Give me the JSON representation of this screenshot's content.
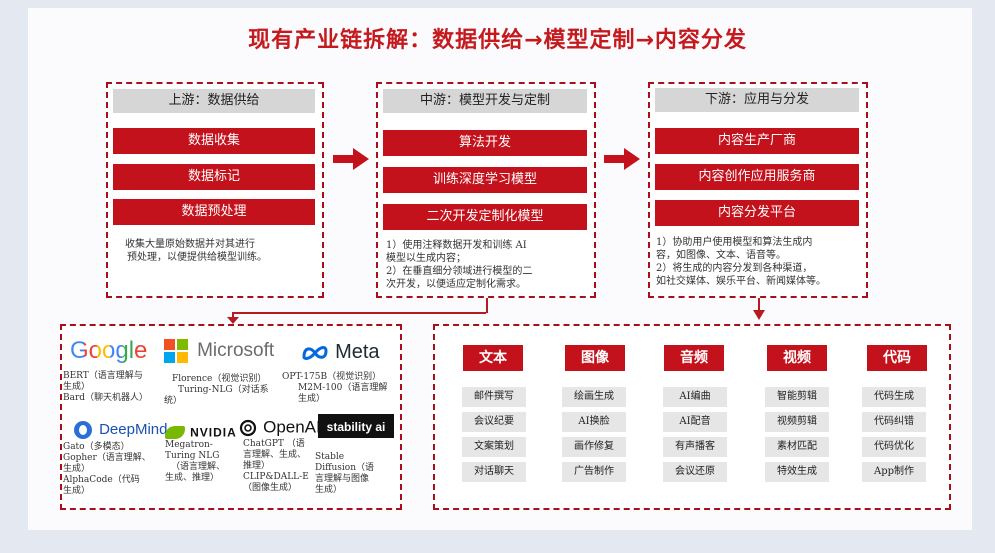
{
  "title": "现有产业链拆解：数据供给→模型定制→内容分发",
  "upstream": {
    "header": "上游：数据供给",
    "items": [
      "数据收集",
      "数据标记",
      "数据预处理"
    ],
    "desc": [
      "收集大量原始数据并对其进行",
      "预处理，以便提供给模型训练。"
    ]
  },
  "midstream": {
    "header": "中游：模型开发与定制",
    "items": [
      "算法开发",
      "训练深度学习模型",
      "二次开发定制化模型"
    ],
    "desc": [
      "1）使用注释数据开发和训练 AI",
      "模型以生成内容；",
      "2）在垂直细分领域进行模型的二",
      "次开发，以便适应定制化需求。"
    ]
  },
  "downstream": {
    "header": "下游：应用与分发",
    "items": [
      "内容生产厂商",
      "内容创作应用服务商",
      "内容分发平台"
    ],
    "desc": [
      "1）协助用户使用模型和算法生成内",
      "容，如图像、文本、语音等。",
      "2）将生成的内容分发到各种渠道，",
      "如社交媒体、娱乐平台、新闻媒体等。"
    ]
  },
  "companies": {
    "google": {
      "logo": "Google",
      "lines": [
        "BERT（语言理解与",
        "生成）",
        "Bard（聊天机器人）"
      ]
    },
    "microsoft": {
      "logo": "Microsoft",
      "lines": [
        "Florence（视觉识别）",
        "Turing-NLG（对话系",
        "统）"
      ]
    },
    "meta": {
      "logo": "Meta",
      "lines": [
        "OPT-175B（视觉识别）",
        "M2M-100（语言理解",
        "生成）"
      ]
    },
    "deepmind": {
      "logo": "DeepMind",
      "lines": [
        "Gato（多模态）",
        "Gopher（语言理解、",
        "生成）",
        "AlphaCode（代码",
        "生成）"
      ]
    },
    "nvidia": {
      "logo": "NVIDIA",
      "lines": [
        "Megatron-",
        "Turing NLG",
        "（语言理解、",
        "生成、推理）"
      ]
    },
    "openai": {
      "logo": "OpenAI",
      "lines": [
        "ChatGPT （语",
        "言理解、生成、",
        "推理）",
        "CLIP&DALL-E",
        "（图像生成）"
      ]
    },
    "stability": {
      "logo": "stability ai",
      "lines": [
        "Stable",
        "Diffusion（语",
        "言理解与图像",
        "生成）"
      ]
    }
  },
  "applications": [
    {
      "category": "文本",
      "items": [
        "邮件撰写",
        "会议纪要",
        "文案策划",
        "对话聊天"
      ]
    },
    {
      "category": "图像",
      "items": [
        "绘画生成",
        "AI换脸",
        "画作修复",
        "广告制作"
      ]
    },
    {
      "category": "音频",
      "items": [
        "AI编曲",
        "AI配音",
        "有声播客",
        "会议还原"
      ]
    },
    {
      "category": "视频",
      "items": [
        "智能剪辑",
        "视频剪辑",
        "素材匹配",
        "特效生成"
      ]
    },
    {
      "category": "代码",
      "items": [
        "代码生成",
        "代码纠错",
        "代码优化",
        "App制作"
      ]
    }
  ],
  "colors": {
    "accent": "#c4121c",
    "header_grey": "#d6d6d6",
    "cell_grey": "#e6e6e6"
  }
}
